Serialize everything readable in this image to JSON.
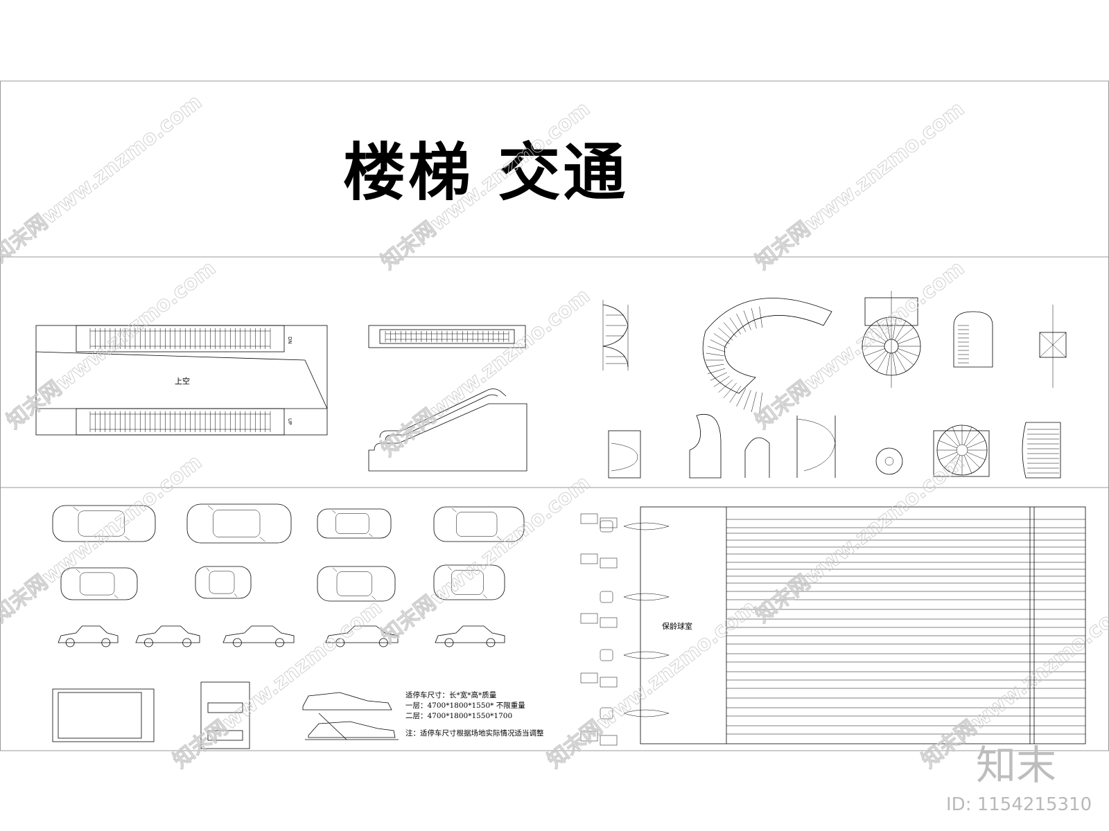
{
  "title": "楼梯 交通",
  "labels": {
    "escalator_void": "上空",
    "escalator_down": "DN",
    "escalator_up": "UP",
    "bowling_room": "保龄球室"
  },
  "parking_notes": {
    "heading": "适停车尺寸：长*宽*高*质量",
    "level1": "一层：4700*1800*1550* 不限重量",
    "level2": "二层：4700*1800*1550*1700",
    "remark": "注：适停车尺寸根据场地实际情况适当调整"
  },
  "watermark": {
    "text": "知末网www.znzmo.com",
    "brand": "知末",
    "id": "ID: 1154215310"
  },
  "colors": {
    "line": "#000000",
    "border": "#999999",
    "watermark": "#c8c8c8"
  }
}
